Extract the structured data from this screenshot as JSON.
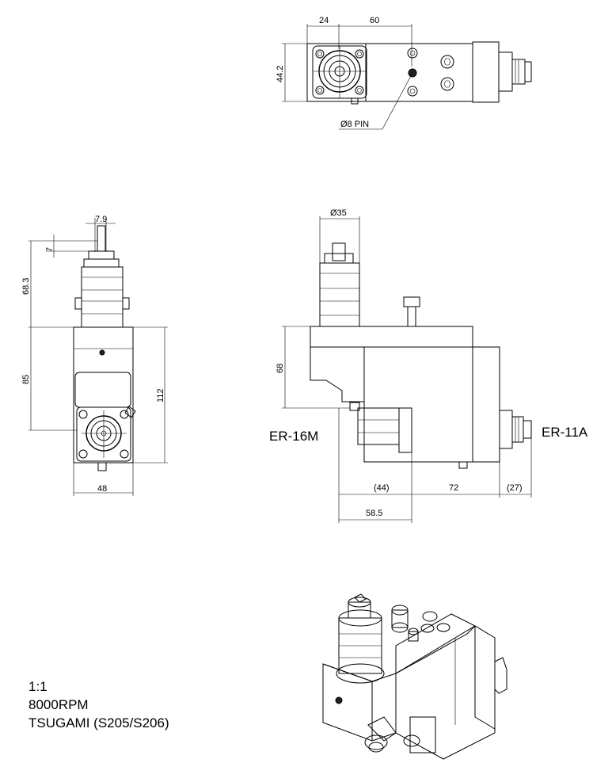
{
  "dimensions": {
    "top_24": "24",
    "top_60": "60",
    "top_44_2": "44.2",
    "pin": "Ø8 PIN",
    "dia35": "Ø35",
    "w7_9": "7.9",
    "d7": "7",
    "d68_3": "68.3",
    "d85": "85",
    "d112": "112",
    "d48": "48",
    "d68": "68",
    "d44": "(44)",
    "d72": "72",
    "d27": "(27)",
    "d58_5": "58.5"
  },
  "labels": {
    "collet_main": "ER-16M",
    "collet_side": "ER-11A"
  },
  "notes": {
    "scale": "1:1",
    "speed": "8000RPM",
    "machine": "TSUGAMI (S205/S206)"
  }
}
